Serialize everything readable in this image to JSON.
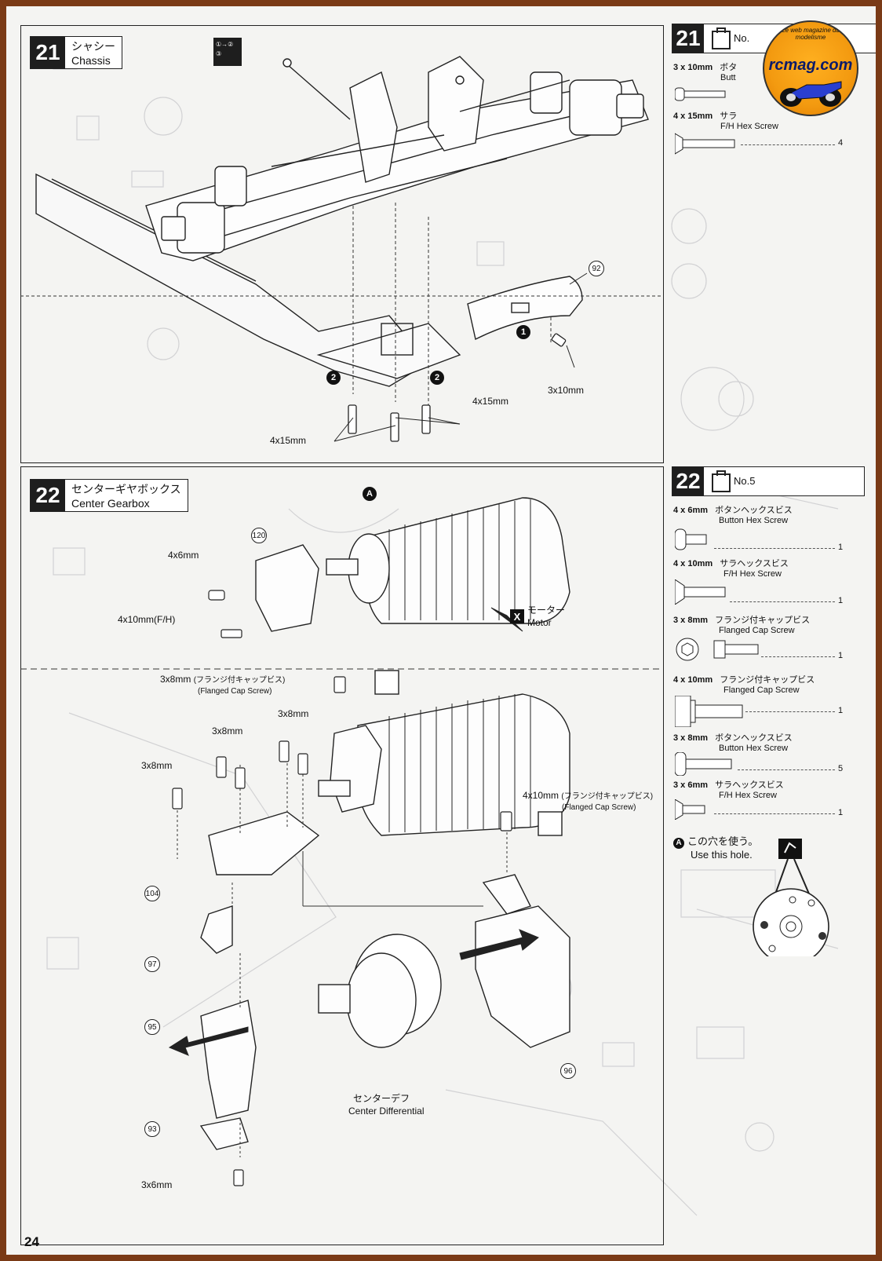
{
  "page_number": "24",
  "logo": {
    "brand": "rcmag.com",
    "tagline": "Le web magazine du modelisme"
  },
  "step21": {
    "number": "21",
    "title_jp": "シャシー",
    "title_en": "Chassis",
    "labels": {
      "screw_a": "3x10mm",
      "screw_b1": "4x15mm",
      "screw_b2": "4x15mm",
      "part_92": "92",
      "callout_1": "1",
      "callout_2a": "2",
      "callout_2b": "2",
      "order_icon": "①→②",
      "order_icon_alt": "③"
    }
  },
  "step22": {
    "number": "22",
    "title_jp": "センターギヤボックス",
    "title_en": "Center Gearbox",
    "labels": {
      "part_120": "120",
      "screw_4x6": "4x6mm",
      "screw_4x10fh": "4x10mm(F/H)",
      "motor_jp": "モーター",
      "motor_en": "Motor",
      "motor_code": "X",
      "hole_mark": "A",
      "flanged_top_size": "3x8mm",
      "flanged_top_jp": "(フランジ付キャップビス)",
      "flanged_top_en": "(Flanged Cap Screw)",
      "s3x8_a": "3x8mm",
      "s3x8_b": "3x8mm",
      "s3x8_c": "3x8mm",
      "flanged_right_size": "4x10mm",
      "flanged_right_jp": "(フランジ付キャップビス)",
      "flanged_right_en": "(Flanged Cap Screw)",
      "part_104": "104",
      "part_97": "97",
      "part_95": "95",
      "part_93": "93",
      "part_96": "96",
      "diff_jp": "センターデフ",
      "diff_en": "Center Differential",
      "screw_3x6": "3x6mm"
    }
  },
  "side21": {
    "number": "21",
    "bag": "No.",
    "screws": [
      {
        "size": "3 x 10mm",
        "jp": "ボタ",
        "en": "Butt",
        "qty": ""
      },
      {
        "size": "4 x 15mm",
        "jp": "サラ",
        "en": "F/H Hex Screw",
        "qty": "4"
      }
    ]
  },
  "side22": {
    "number": "22",
    "bag": "No.5",
    "screws": [
      {
        "size": "4 x 6mm",
        "jp": "ボタンヘックスビス",
        "en": "Button Hex Screw",
        "qty": "1"
      },
      {
        "size": "4 x 10mm",
        "jp": "サラヘックスビス",
        "en": "F/H Hex Screw",
        "qty": "1"
      },
      {
        "size": "3 x 8mm",
        "jp": "フランジ付キャップビス",
        "en": "Flanged Cap Screw",
        "qty": "1"
      },
      {
        "size": "4 x 10mm",
        "jp": "フランジ付キャップビス",
        "en": "Flanged Cap Screw",
        "qty": "1"
      },
      {
        "size": "3 x 8mm",
        "jp": "ボタンヘックスビス",
        "en": "Button Hex Screw",
        "qty": "5"
      },
      {
        "size": "3 x 6mm",
        "jp": "サラヘックスビス",
        "en": "F/H Hex Screw",
        "qty": "1"
      }
    ],
    "note_mark": "A",
    "note_jp": "この穴を使う。",
    "note_en": "Use this hole."
  }
}
